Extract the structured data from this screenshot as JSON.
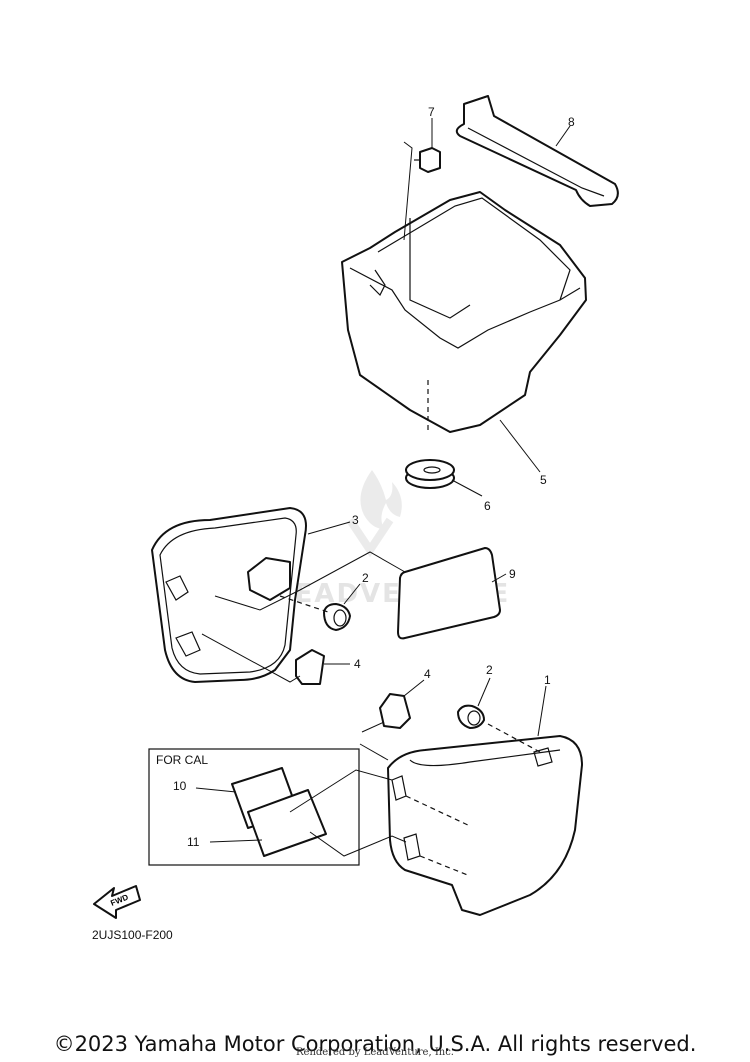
{
  "diagram": {
    "code": "2UJS100-F200",
    "inset_title": "FOR CAL",
    "fwd_label": "FWD",
    "watermark": "LEADVENTURE",
    "callouts": [
      "1",
      "2",
      "2",
      "3",
      "4",
      "4",
      "5",
      "6",
      "7",
      "8",
      "9",
      "10",
      "11"
    ]
  },
  "footer": {
    "copyright": "©2023 Yamaha Motor Corporation, U.S.A. All rights reserved.",
    "renderer": "Rendered by LeadVenture, Inc."
  }
}
